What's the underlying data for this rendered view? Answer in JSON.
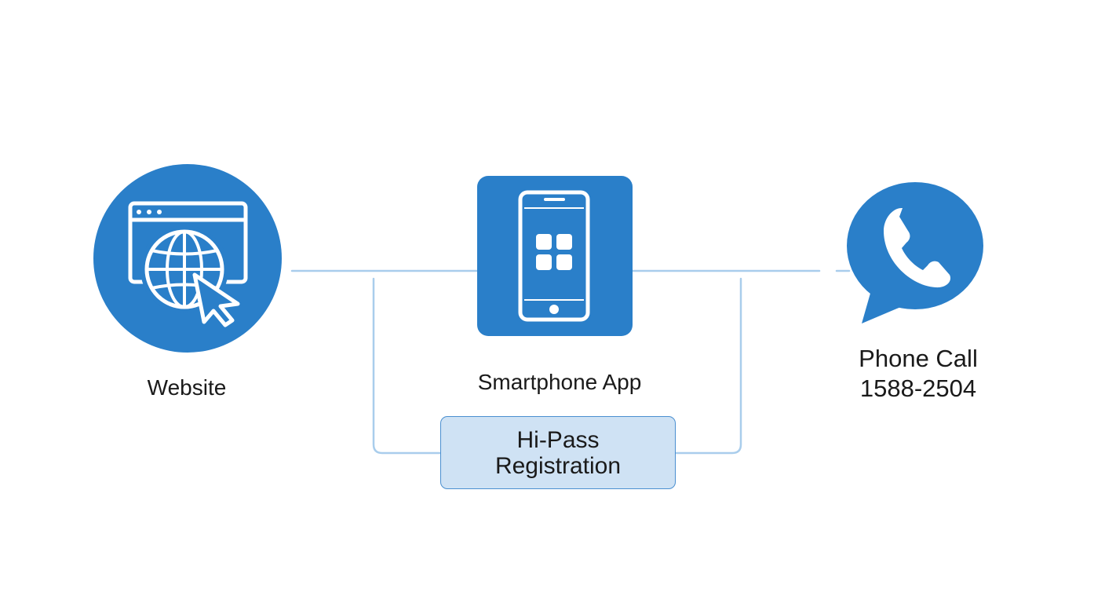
{
  "colors": {
    "primary": "#2a7fc9",
    "connector": "#a9cdec",
    "registration_fill": "#cfe2f4",
    "registration_border": "#4a8fd0",
    "icon_foreground": "#ffffff",
    "text": "#1a1a1a"
  },
  "nodes": {
    "website": {
      "label": "Website",
      "icon": "browser-globe-cursor-icon"
    },
    "app": {
      "label": "Smartphone App",
      "icon": "smartphone-app-icon"
    },
    "phone": {
      "label_line1": "Phone Call",
      "label_line2": "1588-2504",
      "icon": "phone-speech-bubble-icon"
    }
  },
  "registration": {
    "line1": "Hi-Pass",
    "line2": "Registration"
  }
}
